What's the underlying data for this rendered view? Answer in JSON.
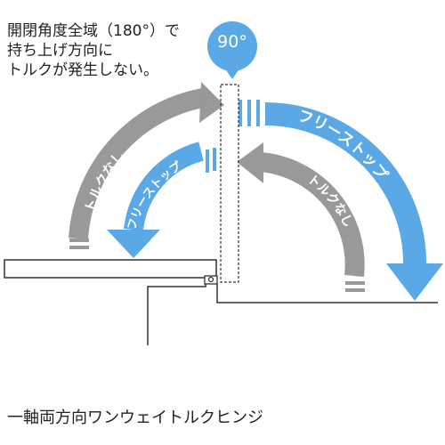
{
  "note": {
    "line1": "開閉角度全域（180°）で",
    "line2": "持ち上げ方向に",
    "line3": "トルクが発生しない。"
  },
  "angle_badge": {
    "label": "90°"
  },
  "arrows": {
    "outer_left": {
      "label": "トルクなし",
      "color": "#999999"
    },
    "inner_left": {
      "label": "フリーストップ",
      "color": "#5aa9e6"
    },
    "inner_right": {
      "label": "トルクなし",
      "color": "#999999"
    },
    "outer_right": {
      "label": "フリーストップ",
      "color": "#5aa9e6"
    }
  },
  "caption": "一軸両方向ワンウェイトルクヒンジ"
}
